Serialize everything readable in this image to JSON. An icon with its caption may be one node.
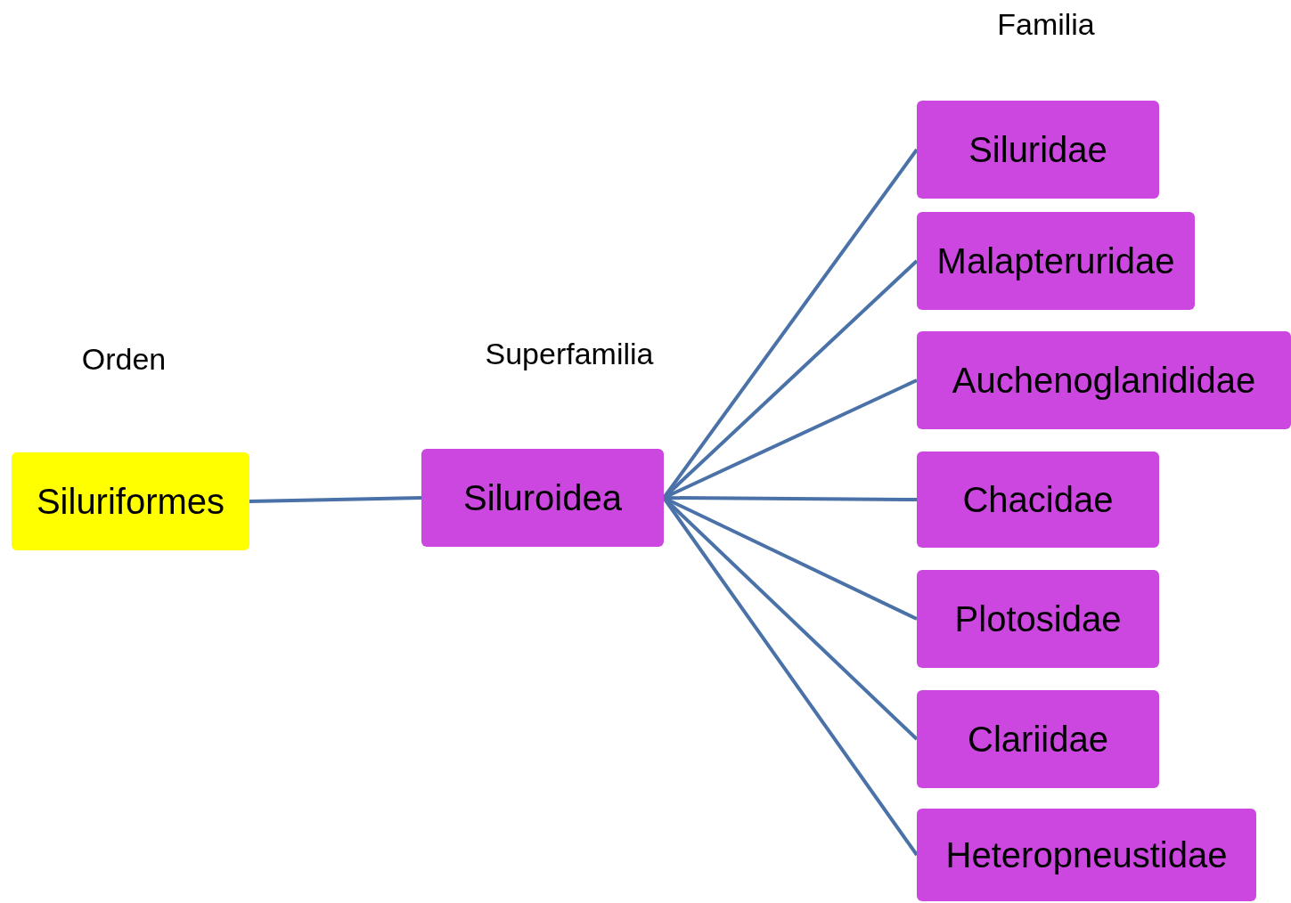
{
  "diagram": {
    "nodes": [
      {
        "text": [
          "Siluriformes"
        ]
      },
      {
        "text": [
          "Siluroidea"
        ]
      },
      {
        "text": [
          "Siluridae"
        ]
      },
      {
        "text": [
          "Malapteruridae"
        ]
      },
      {
        "text": [
          "Auchenoglanididae"
        ]
      },
      {
        "text": [
          "Chacidae"
        ]
      },
      {
        "text": [
          "Plotosidae"
        ]
      },
      {
        "text": [
          "Clariidae"
        ]
      },
      {
        "text": [
          "Heteropneustidae"
        ]
      }
    ],
    "edges": [
      {
        "from": 0,
        "to": 1,
        "arrow": "none"
      },
      {
        "from": 1,
        "to": 2,
        "arrow": "none"
      },
      {
        "from": 1,
        "to": 3,
        "arrow": "none"
      },
      {
        "from": 1,
        "to": 4,
        "arrow": "none"
      },
      {
        "from": 1,
        "to": 5,
        "arrow": "none"
      },
      {
        "from": 1,
        "to": 6,
        "arrow": "none"
      },
      {
        "from": 1,
        "to": 7,
        "arrow": "none"
      },
      {
        "from": 1,
        "to": 8,
        "arrow": "none"
      }
    ],
    "labels": [
      "Familia",
      "Orden",
      "Superfamilia"
    ]
  }
}
